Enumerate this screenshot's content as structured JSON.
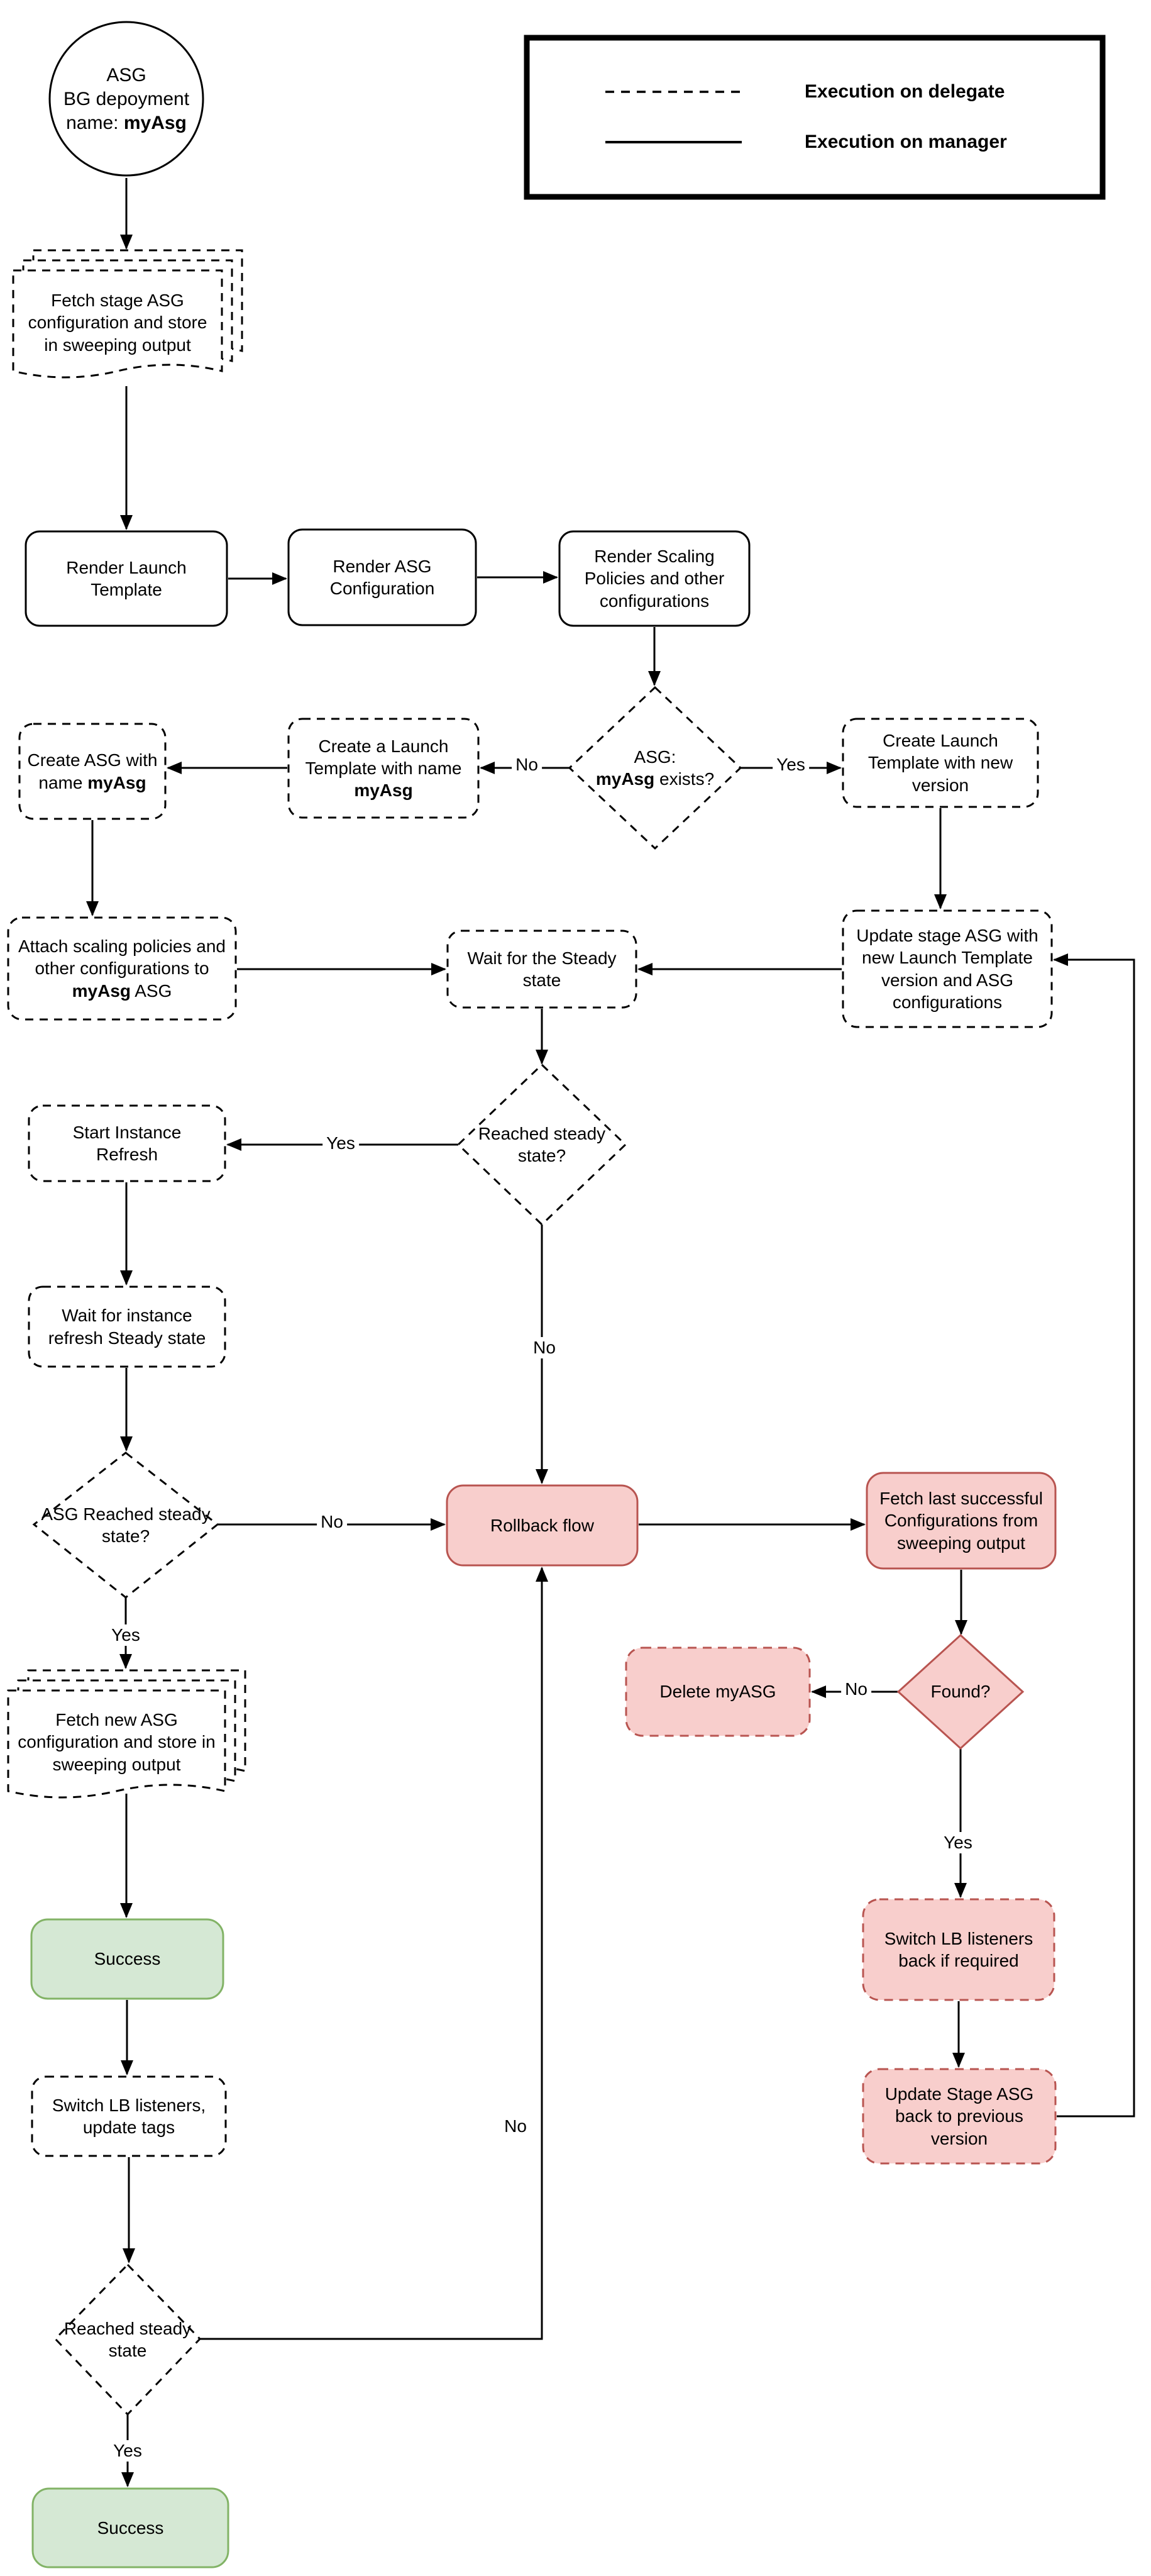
{
  "palette": {
    "background": "#ffffff",
    "line": "#000000",
    "rollback_fill": "#f8cecc",
    "rollback_stroke": "#b85450",
    "success_fill": "#d5e8d4",
    "success_stroke": "#82b366"
  },
  "legend": {
    "items": [
      {
        "line_style": "dashed",
        "label": "Execution on delegate"
      },
      {
        "line_style": "solid",
        "label": "Execution on manager"
      }
    ]
  },
  "nodes": {
    "start": {
      "segments": [
        {
          "t": "ASG"
        },
        {
          "br": true
        },
        {
          "t": "BG depoyment"
        },
        {
          "br": true
        },
        {
          "t": "name: "
        },
        {
          "t": "myAsg",
          "b": true
        }
      ]
    },
    "fetch_stage": {
      "label": "Fetch stage ASG configuration and store in sweeping output"
    },
    "render_launch": {
      "label": "Render Launch Template"
    },
    "render_asg": {
      "label": "Render ASG Configuration"
    },
    "render_scaling": {
      "label": "Render Scaling Policies and other configurations"
    },
    "asg_exists": {
      "segments": [
        {
          "t": "ASG:"
        },
        {
          "br": true
        },
        {
          "t": "myAsg",
          "b": true
        },
        {
          "t": " exists?"
        }
      ]
    },
    "create_launch_new": {
      "label": "Create Launch Template with new version"
    },
    "create_a_launch": {
      "segments": [
        {
          "t": "Create a Launch Template with name "
        },
        {
          "t": "myAsg",
          "b": true
        }
      ]
    },
    "create_asg": {
      "segments": [
        {
          "t": "Create ASG with name "
        },
        {
          "t": "myAsg",
          "b": true
        }
      ]
    },
    "attach_scaling": {
      "segments": [
        {
          "t": "Attach scaling policies and other configurations to "
        },
        {
          "t": "myAsg",
          "b": true
        },
        {
          "t": " ASG"
        }
      ]
    },
    "wait_steady": {
      "label": "Wait for the Steady state"
    },
    "update_stage": {
      "label": "Update stage ASG with new Launch Template version and ASG configurations"
    },
    "reached_steady": {
      "label": "Reached steady state?"
    },
    "start_instance": {
      "label": "Start Instance Refresh"
    },
    "wait_instance": {
      "label": "Wait for instance refresh Steady state"
    },
    "asg_reached": {
      "label": "ASG Reached steady state?"
    },
    "rollback": {
      "label": "Rollback flow"
    },
    "fetch_last": {
      "label": "Fetch last successful Configurations from sweeping output"
    },
    "found": {
      "label": "Found?"
    },
    "delete_myasg": {
      "label": "Delete myASG"
    },
    "switch_back": {
      "label": "Switch LB listeners back if required"
    },
    "update_back": {
      "label": "Update Stage ASG back to previous version"
    },
    "fetch_new": {
      "label": "Fetch new ASG configuration and store in sweeping output"
    },
    "success_mid": {
      "label": "Success"
    },
    "switch_lb": {
      "label": "Switch LB listeners, update tags"
    },
    "reached_bottom": {
      "label": "Reached steady state"
    },
    "success_end": {
      "label": "Success"
    }
  },
  "edge_labels": {
    "exists_no": "No",
    "exists_yes": "Yes",
    "steady_yes": "Yes",
    "steady_no": "No",
    "asg_reached_no": "No",
    "asg_reached_yes": "Yes",
    "found_no": "No",
    "found_yes": "Yes",
    "bottom_yes": "Yes",
    "bottom_no": "No"
  }
}
